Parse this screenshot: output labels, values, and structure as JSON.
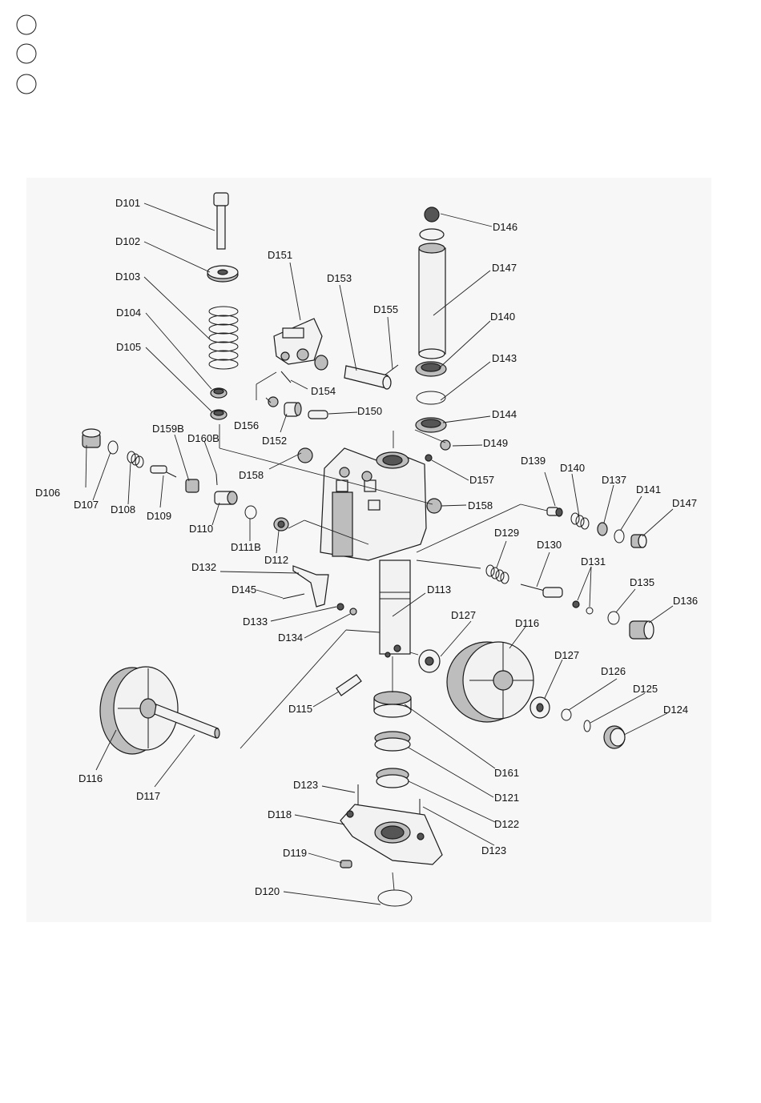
{
  "legend_circles": 3,
  "colors": {
    "ink": "#111111",
    "background": "#ffffff",
    "panel": "#f7f7f7"
  },
  "labels": {
    "D101": "D101",
    "D102": "D102",
    "D103": "D103",
    "D104": "D104",
    "D105": "D105",
    "D106": "D106",
    "D107": "D107",
    "D108": "D108",
    "D109": "D109",
    "D110": "D110",
    "D111B": "D111B",
    "D112": "D112",
    "D113": "D113",
    "D115": "D115",
    "D116a": "D116",
    "D116b": "D116",
    "D117": "D117",
    "D118": "D118",
    "D119": "D119",
    "D120": "D120",
    "D121": "D121",
    "D122": "D122",
    "D123a": "D123",
    "D123b": "D123",
    "D124": "D124",
    "D125": "D125",
    "D126": "D126",
    "D127a": "D127",
    "D127b": "D127",
    "D129": "D129",
    "D130": "D130",
    "D131": "D131",
    "D132": "D132",
    "D133": "D133",
    "D134": "D134",
    "D135": "D135",
    "D136": "D136",
    "D137": "D137",
    "D139": "D139",
    "D140a": "D140",
    "D140b": "D140",
    "D141": "D141",
    "D143": "D143",
    "D144": "D144",
    "D145": "D145",
    "D146": "D146",
    "D147a": "D147",
    "D147b": "D147",
    "D149": "D149",
    "D150": "D150",
    "D151": "D151",
    "D152": "D152",
    "D153": "D153",
    "D154": "D154",
    "D155": "D155",
    "D156": "D156",
    "D157": "D157",
    "D158a": "D158",
    "D158b": "D158",
    "D159B": "D159B",
    "D160B": "D160B",
    "D161": "D161"
  }
}
